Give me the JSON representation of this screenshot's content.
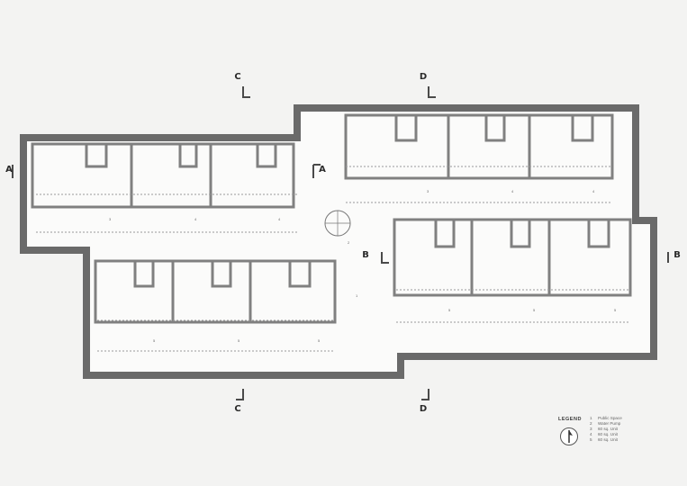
{
  "sections": {
    "a_left": "A",
    "a_right": "A",
    "b_left": "B",
    "b_right": "B",
    "c_top": "C",
    "c_bottom": "C",
    "d_top": "D",
    "d_bottom": "D"
  },
  "legend": {
    "title": "LEGEND",
    "items": [
      {
        "num": "1",
        "label": "Public Space"
      },
      {
        "num": "2",
        "label": "Water Pump"
      },
      {
        "num": "3",
        "label": "60 sq. Unit"
      },
      {
        "num": "4",
        "label": "60 sq. Unit"
      },
      {
        "num": "5",
        "label": "60 sq. Unit"
      }
    ]
  },
  "colors": {
    "wall": "#8a8a8a",
    "wall_dark": "#4e4e4e",
    "floor": "#fbfbfa",
    "marker": "#7a5a55"
  },
  "unit_tags": {
    "top_left_row": [
      "3",
      "4",
      "4"
    ],
    "top_right_row": [
      "3",
      "4",
      "4"
    ],
    "bottom_left_row": [
      "5",
      "5",
      "5"
    ],
    "bottom_right_row": [
      "5",
      "5",
      "5"
    ],
    "public_space": "1",
    "water_pump": "2"
  }
}
